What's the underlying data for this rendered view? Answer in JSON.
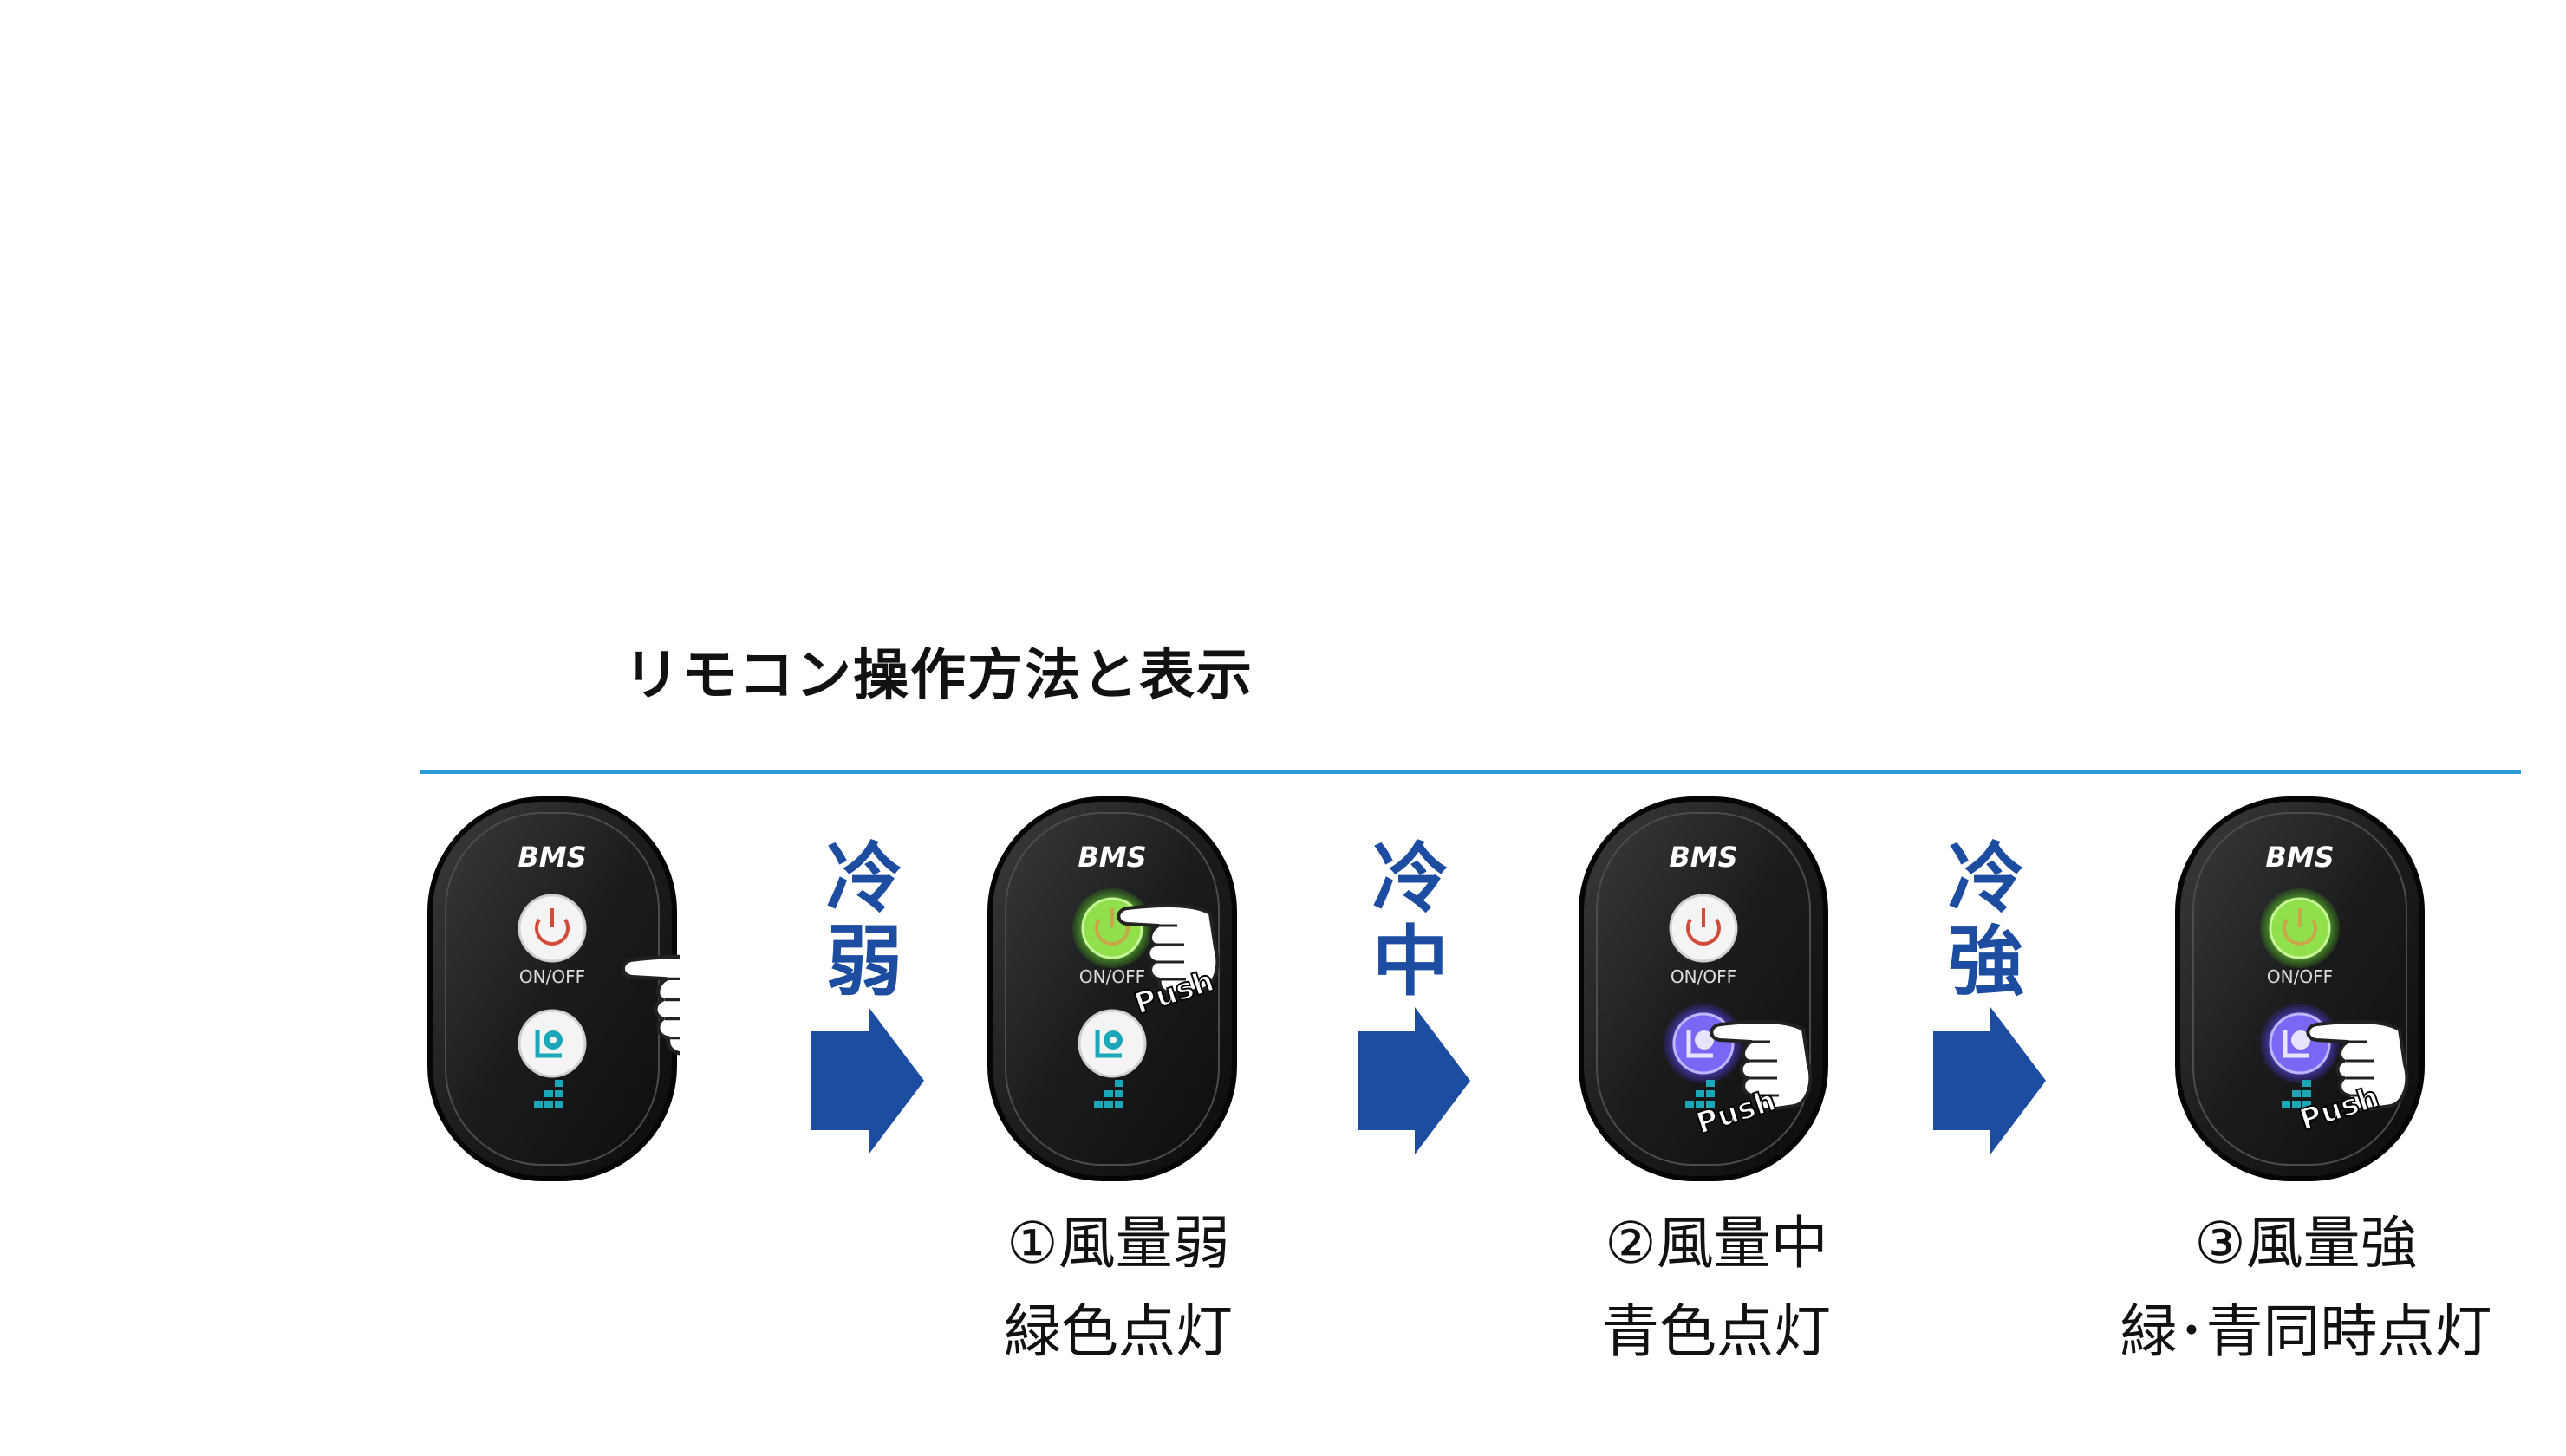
{
  "page": {
    "title": "リモコン操作方法と表示"
  },
  "remote": {
    "brand": "BMS",
    "power_label": "ON/OFF",
    "push_label": "Push"
  },
  "arrows": [
    {
      "label": "冷弱"
    },
    {
      "label": "冷中"
    },
    {
      "label": "冷強"
    }
  ],
  "steps": [
    {
      "line1": "①風量弱",
      "line2": "緑色点灯"
    },
    {
      "line1": "②風量中",
      "line2": "青色点灯"
    },
    {
      "line1": "③風量強",
      "line2": "緑･青同時点灯"
    }
  ],
  "colors": {
    "accent": "#2f9bd6",
    "arrow": "#1d4da1",
    "led_green": "#7ddc3a",
    "led_blue": "#6a5bff",
    "power_icon": "#d24a3a",
    "fan_icon": "#1aa7b8"
  }
}
